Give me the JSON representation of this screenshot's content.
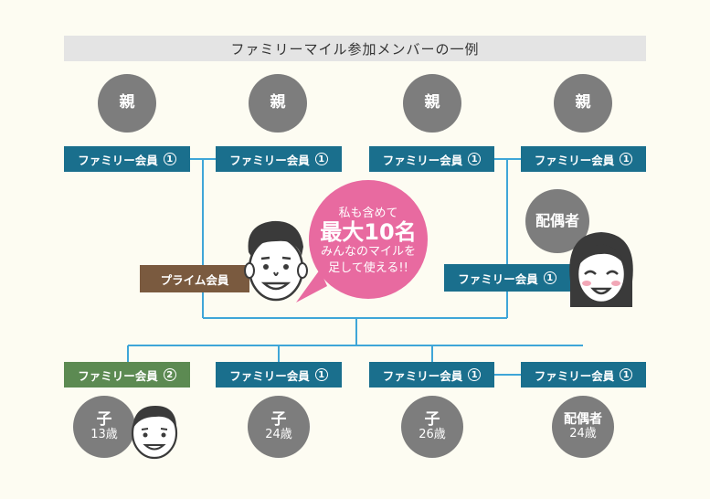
{
  "title": "ファミリーマイル参加メンバーの一例",
  "parents": [
    {
      "label": "親",
      "member": "ファミリー会員",
      "num": "1"
    },
    {
      "label": "親",
      "member": "ファミリー会員",
      "num": "1"
    },
    {
      "label": "親",
      "member": "ファミリー会員",
      "num": "1"
    },
    {
      "label": "親",
      "member": "ファミリー会員",
      "num": "1"
    }
  ],
  "prime": {
    "member": "プライム会員"
  },
  "bubble": {
    "line1": "私も含めて",
    "line2": "最大10名",
    "line3": "みんなのマイルを",
    "line4": "足して使える!!"
  },
  "spouse": {
    "label": "配偶者",
    "member": "ファミリー会員",
    "num": "1"
  },
  "children": [
    {
      "member": "ファミリー会員",
      "num": "2",
      "label": "子",
      "age": "13歳",
      "color": "green"
    },
    {
      "member": "ファミリー会員",
      "num": "1",
      "label": "子",
      "age": "24歳",
      "color": "blue"
    },
    {
      "member": "ファミリー会員",
      "num": "1",
      "label": "子",
      "age": "26歳",
      "color": "blue"
    },
    {
      "member": "ファミリー会員",
      "num": "1",
      "label": "配偶者",
      "age": "24歳",
      "color": "blue"
    }
  ],
  "colors": {
    "blue": "#1a6f8d",
    "green": "#5c8a52",
    "brown": "#7a5a3f",
    "pink": "#e86aa0",
    "line": "#3fa6d8",
    "circle": "#7d7d7d"
  }
}
